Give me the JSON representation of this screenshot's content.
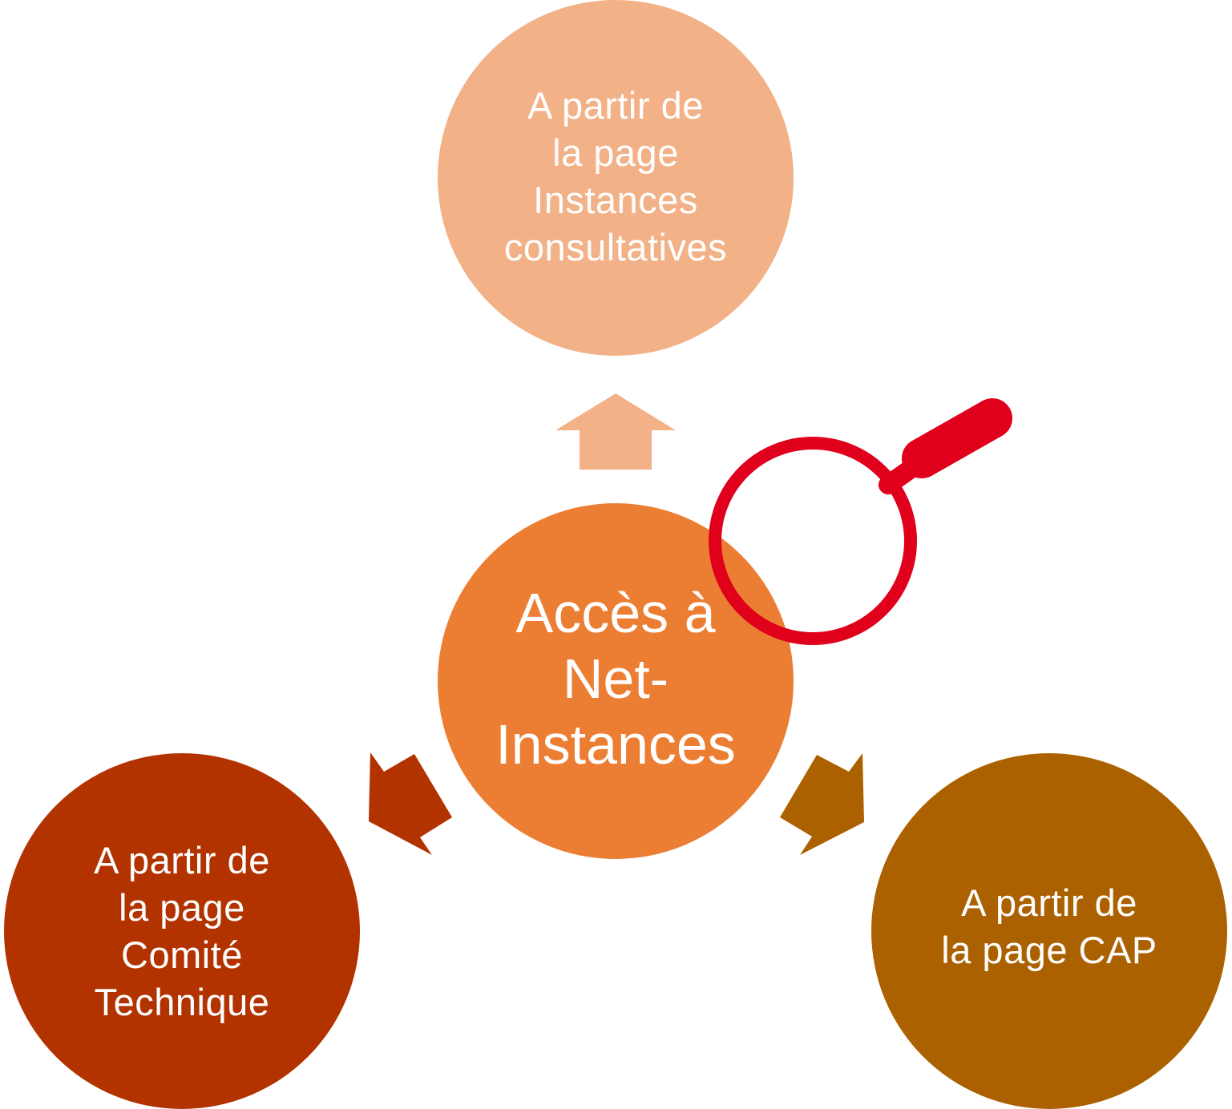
{
  "diagram": {
    "center": {
      "text": "Accès à\nNet-\nInstances",
      "color": "#ec7e34"
    },
    "nodes": [
      {
        "id": "top",
        "text": "A partir de\nla page\nInstances\nconsultatives",
        "color": "#f2b186"
      },
      {
        "id": "left",
        "text": "A partir de\nla page\nComité\nTechnique",
        "color": "#b23300"
      },
      {
        "id": "right",
        "text": "A partir de\nla page CAP",
        "color": "#ac6100"
      }
    ],
    "arrows": [
      {
        "direction": "up",
        "color": "#f2b186"
      },
      {
        "direction": "down-left",
        "color": "#b23300"
      },
      {
        "direction": "down-right",
        "color": "#ac6100"
      }
    ],
    "magnifier": {
      "icon": "magnifying-glass-icon",
      "color": "#e0001b"
    }
  }
}
